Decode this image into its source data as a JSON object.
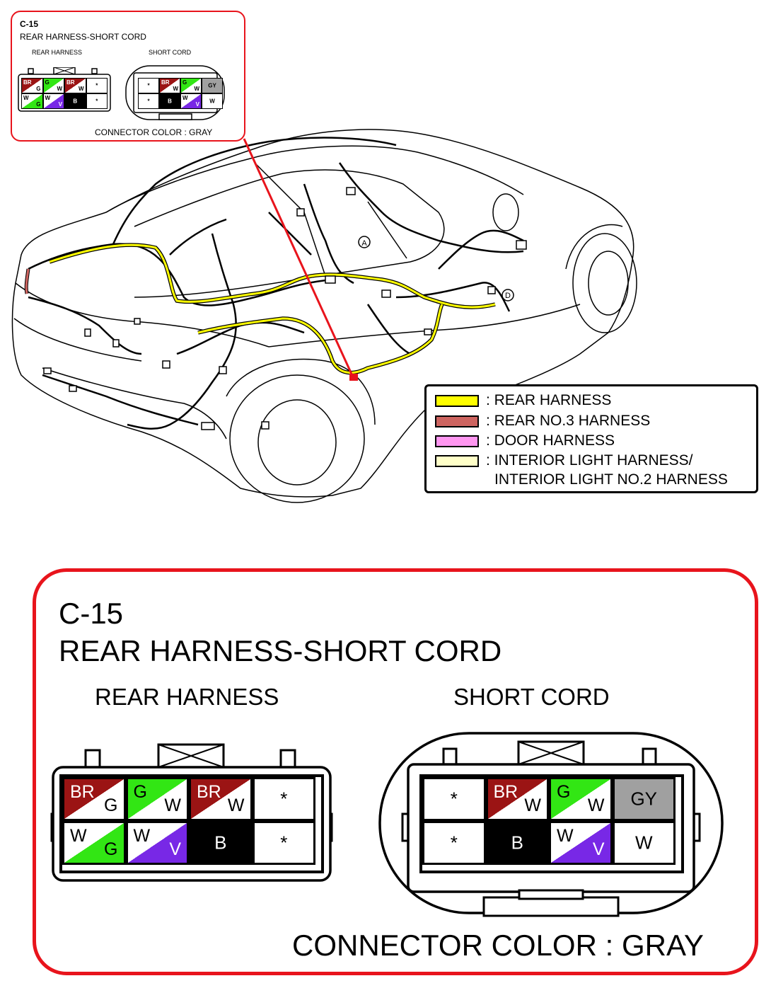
{
  "small_callout": {
    "code": "C-15",
    "title": "REAR HARNESS-SHORT CORD",
    "left_label": "REAR HARNESS",
    "right_label": "SHORT CORD",
    "connector_color": "CONNECTOR COLOR : GRAY"
  },
  "vehicle": {
    "marker_a": "A",
    "marker_d": "D"
  },
  "legend": {
    "items": [
      {
        "label": ": REAR HARNESS",
        "color": "#ffff00"
      },
      {
        "label": ": REAR NO.3 HARNESS",
        "color": "#cd6460"
      },
      {
        "label": ": DOOR HARNESS",
        "color": "#ff96f0"
      },
      {
        "label": ": INTERIOR LIGHT HARNESS/",
        "label2": "INTERIOR LIGHT NO.2 HARNESS",
        "color": "#ffffc8"
      }
    ]
  },
  "callout": {
    "code": "C-15",
    "title": "REAR HARNESS-SHORT CORD",
    "left_label": "REAR HARNESS",
    "right_label": "SHORT CORD",
    "connector_color": "CONNECTOR COLOR : GRAY"
  },
  "rear_harness_connector": {
    "rows": [
      [
        {
          "top": "BR",
          "bottom": "G",
          "top_color": "#9b1414",
          "bottom_color": "#ffffff",
          "top_text_color": "#ffffff",
          "bottom_text_color": "#000000",
          "split": true,
          "base": "#32e614"
        },
        {
          "top": "G",
          "bottom": "W",
          "top_color": "#32e614",
          "bottom_color": "#ffffff",
          "split": true
        },
        {
          "top": "BR",
          "bottom": "W",
          "top_color": "#9b1414",
          "bottom_color": "#ffffff",
          "split": true
        },
        {
          "center": "*",
          "fill": "#ffffff"
        }
      ],
      [
        {
          "top": "W",
          "bottom": "G",
          "top_color": "#ffffff",
          "bottom_color": "#32e614",
          "split": true
        },
        {
          "top": "W",
          "bottom": "V",
          "top_color": "#ffffff",
          "bottom_color": "#7828e6",
          "split": true
        },
        {
          "center": "B",
          "fill": "#000000"
        },
        {
          "center": "*",
          "fill": "#ffffff"
        }
      ]
    ]
  },
  "short_cord_connector": {
    "rows": [
      [
        {
          "center": "*",
          "fill": "#ffffff"
        },
        {
          "top": "BR",
          "bottom": "W",
          "top_color": "#9b1414",
          "bottom_color": "#ffffff",
          "split": true
        },
        {
          "top": "G",
          "bottom": "W",
          "top_color": "#32e614",
          "bottom_color": "#ffffff",
          "split": true
        },
        {
          "center": "GY",
          "fill": "#a0a0a0"
        }
      ],
      [
        {
          "center": "*",
          "fill": "#ffffff"
        },
        {
          "center": "B",
          "fill": "#000000"
        },
        {
          "top": "W",
          "bottom": "V",
          "top_color": "#ffffff",
          "bottom_color": "#7828e6",
          "split": true
        },
        {
          "center": "W",
          "fill": "#ffffff"
        }
      ]
    ]
  }
}
